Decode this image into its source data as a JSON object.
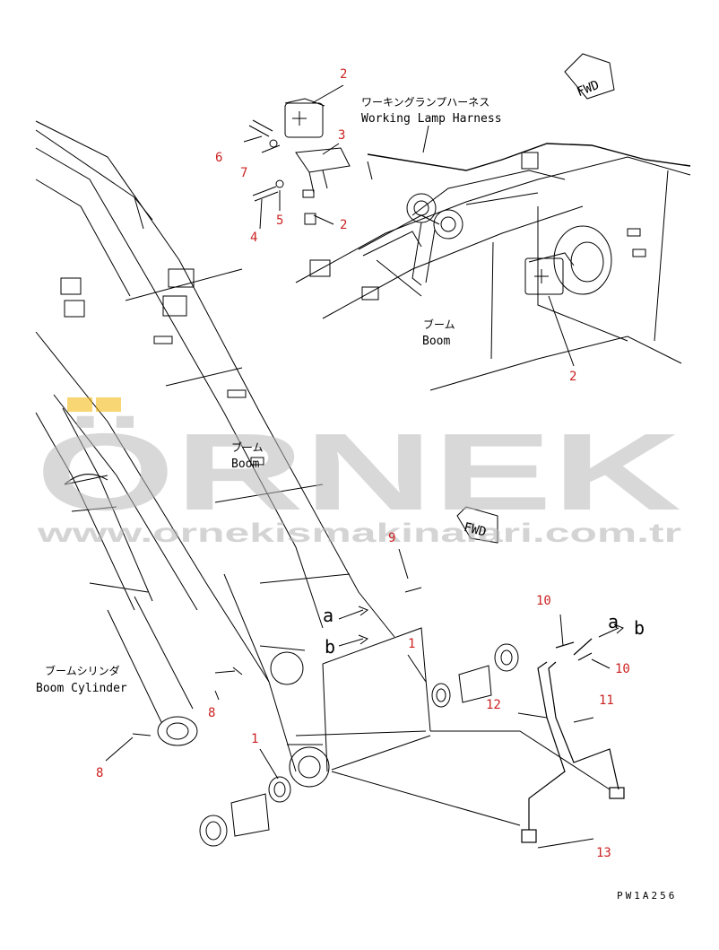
{
  "diagram": {
    "callouts": [
      "1",
      "1",
      "2",
      "2",
      "2",
      "3",
      "4",
      "5",
      "6",
      "7",
      "8",
      "8",
      "9",
      "10",
      "10",
      "11",
      "12",
      "13"
    ],
    "labels": {
      "harness_jp": "ワーキングランプハーネス",
      "harness_en": "Working Lamp Harness",
      "boom_jp_upper": "ブーム",
      "boom_en_upper": "Boom",
      "boom_jp_mid": "ブーム",
      "boom_en_mid": "Boom",
      "cyl_jp": "ブームシリンダ",
      "cyl_en": "Boom Cylinder",
      "fwd_top": "FWD",
      "fwd_mid": "FWD",
      "a_left": "a",
      "b_left": "b",
      "a_right": "a",
      "b_right": "b",
      "drawing_code": "PW1A256"
    },
    "watermark": {
      "brand": "ÖRNEK",
      "url": "www.ornekismakinalari.com.tr"
    },
    "colors": {
      "line": "#000000",
      "callout": "#cc2222",
      "watermark_gray": "#b8b8b8",
      "watermark_accent": "#f0b400"
    }
  }
}
